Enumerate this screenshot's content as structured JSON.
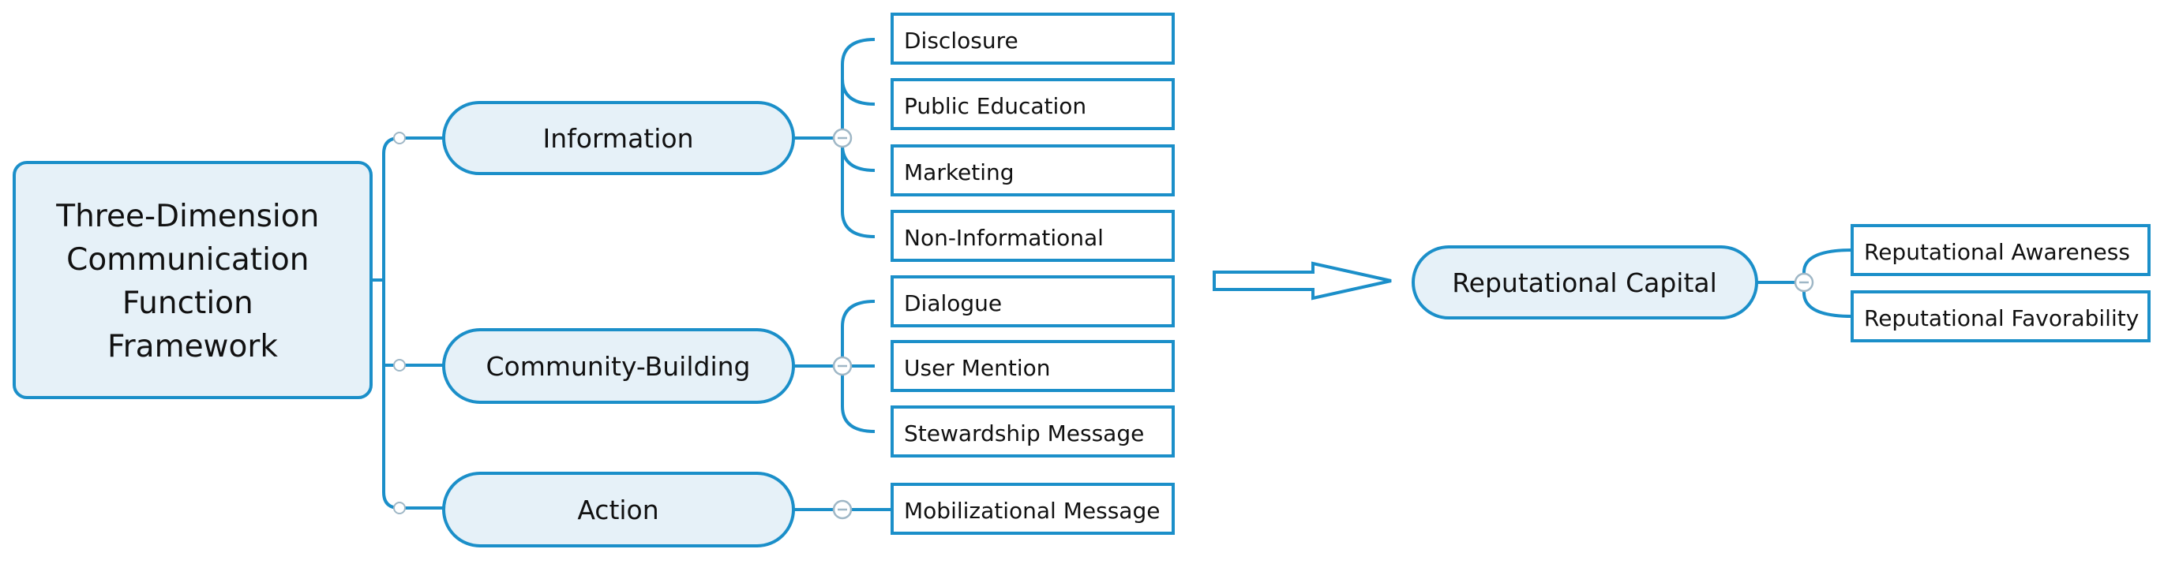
{
  "root": {
    "lines": [
      "Three-Dimension",
      "Communication",
      "Function",
      "Framework"
    ]
  },
  "branches": [
    {
      "label": "Information",
      "leaves": [
        "Disclosure",
        "Public Education",
        "Marketing",
        "Non-Informational"
      ]
    },
    {
      "label": "Community-Building",
      "leaves": [
        "Dialogue",
        "User Mention",
        "Stewardship Message"
      ]
    },
    {
      "label": "Action",
      "leaves": [
        "Mobilizational Message"
      ]
    }
  ],
  "outcome": {
    "label": "Reputational Capital",
    "leaves": [
      "Reputational Awareness",
      "Reputational Favorability"
    ]
  },
  "colors": {
    "stroke": "#1B8FC9",
    "fill_light": "#E6F1F8",
    "leaf_fill": "#FFFFFF",
    "text": "#111111",
    "collapse_ring": "#9FB7C6"
  }
}
